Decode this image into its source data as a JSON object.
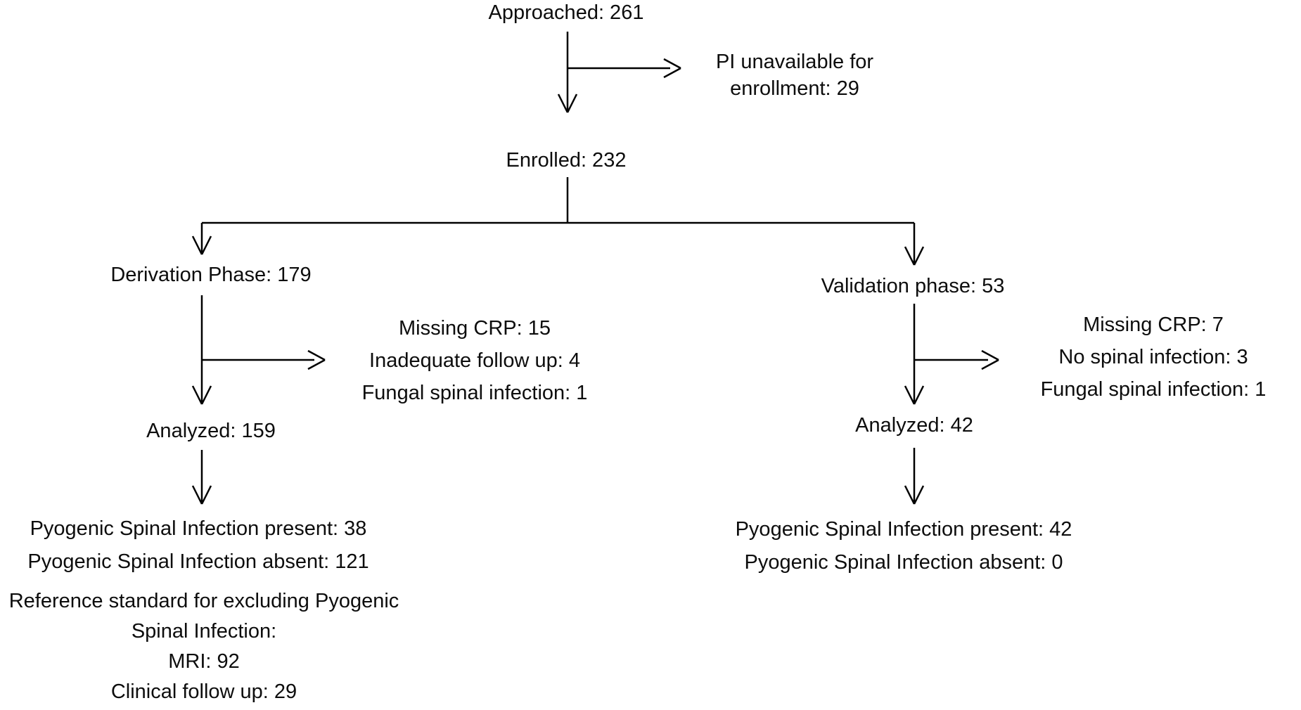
{
  "diagram": {
    "background_color": "#ffffff",
    "line_color": "#000000",
    "text_color": "#0d0d0d",
    "top": {
      "approached": "Approached: 261",
      "pi_unavailable_lines": [
        "PI unavailable for",
        "enrollment: 29"
      ],
      "enrolled": "Enrolled: 232"
    },
    "derivation": {
      "phase": "Derivation Phase: 179",
      "exclusions": [
        "Missing CRP: 15",
        "Inadequate follow up: 4",
        "Fungal spinal infection: 1"
      ],
      "analyzed": "Analyzed: 159",
      "outcome": [
        "Pyogenic Spinal Infection present: 38",
        "Pyogenic Spinal Infection absent: 121"
      ],
      "reference_standard": [
        "Reference standard for excluding Pyogenic",
        "Spinal Infection:",
        "MRI: 92",
        "Clinical follow up: 29"
      ]
    },
    "validation": {
      "phase": "Validation phase: 53",
      "exclusions": [
        "Missing CRP: 7",
        "No spinal infection: 3",
        "Fungal spinal infection: 1"
      ],
      "analyzed": "Analyzed: 42",
      "outcome": [
        "Pyogenic Spinal Infection present: 42",
        "Pyogenic Spinal Infection absent: 0"
      ]
    }
  }
}
